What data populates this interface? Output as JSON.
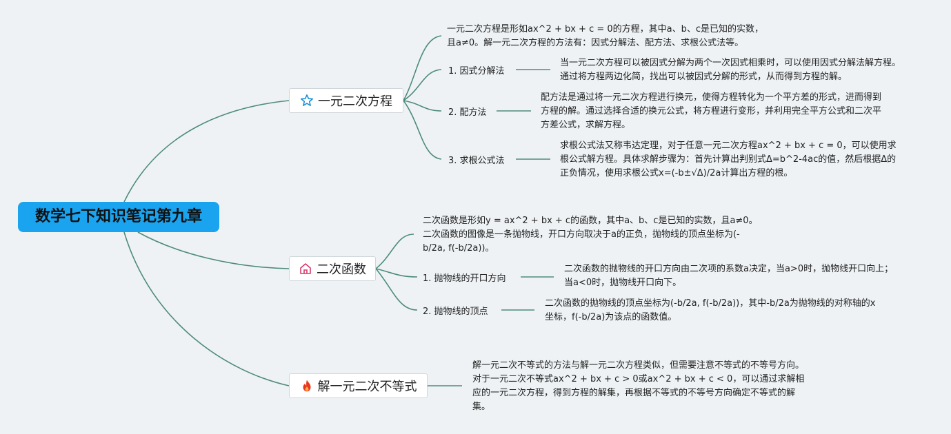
{
  "root": {
    "title": "数学七下知识笔记第九章"
  },
  "topics": [
    {
      "title": "一元二次方程",
      "icon": "star-icon",
      "summary": "一元二次方程是形如ax^2 + bx + c = 0的方程，其中a、b、c是已知的实数，且a≠0。解一元二次方程的方法有：因式分解法、配方法、求根公式法等。",
      "methods": [
        {
          "label": "1. 因式分解法",
          "desc": "当一元二次方程可以被因式分解为两个一次因式相乘时，可以使用因式分解法解方程。通过将方程两边化简，找出可以被因式分解的形式，从而得到方程的解。"
        },
        {
          "label": "2. 配方法",
          "desc": "配方法是通过将一元二次方程进行换元，使得方程转化为一个平方差的形式，进而得到方程的解。通过选择合适的换元公式，将方程进行变形，并利用完全平方公式和二次平方差公式，求解方程。"
        },
        {
          "label": "3. 求根公式法",
          "desc": "求根公式法又称韦达定理，对于任意一元二次方程ax^2 + bx + c = 0，可以使用求根公式解方程。具体求解步骤为：首先计算出判别式Δ=b^2-4ac的值，然后根据Δ的正负情况，使用求根公式x=(-b±√Δ)/2a计算出方程的根。"
        }
      ]
    },
    {
      "title": "二次函数",
      "icon": "house-icon",
      "summary": "二次函数是形如y = ax^2 + bx + c的函数，其中a、b、c是已知的实数，且a≠0。二次函数的图像是一条抛物线，开口方向取决于a的正负，抛物线的顶点坐标为(-b/2a, f(-b/2a))。",
      "methods": [
        {
          "label": "1. 抛物线的开口方向",
          "desc": "二次函数的抛物线的开口方向由二次项的系数a决定，当a>0时，抛物线开口向上；当a<0时，抛物线开口向下。"
        },
        {
          "label": "2. 抛物线的顶点",
          "desc": "二次函数的抛物线的顶点坐标为(-b/2a, f(-b/2a))，其中-b/2a为抛物线的对称轴的x坐标，f(-b/2a)为该点的函数值。"
        }
      ]
    },
    {
      "title": "解一元二次不等式",
      "icon": "fire-icon",
      "summary": "解一元二次不等式的方法与解一元二次方程类似，但需要注意不等式的不等号方向。对于一元二次不等式ax^2 + bx + c > 0或ax^2 + bx + c < 0，可以通过求解相应的一元二次方程，得到方程的解集，再根据不等式的不等号方向确定不等式的解集。"
    }
  ],
  "colors": {
    "root_bg": "#1aa3ee",
    "link": "#4e8b7b",
    "background": "#eef2f5",
    "star_icon": "#1a8fd6",
    "house_icon": "#d63a6b",
    "fire_icon": "#e8371d"
  }
}
